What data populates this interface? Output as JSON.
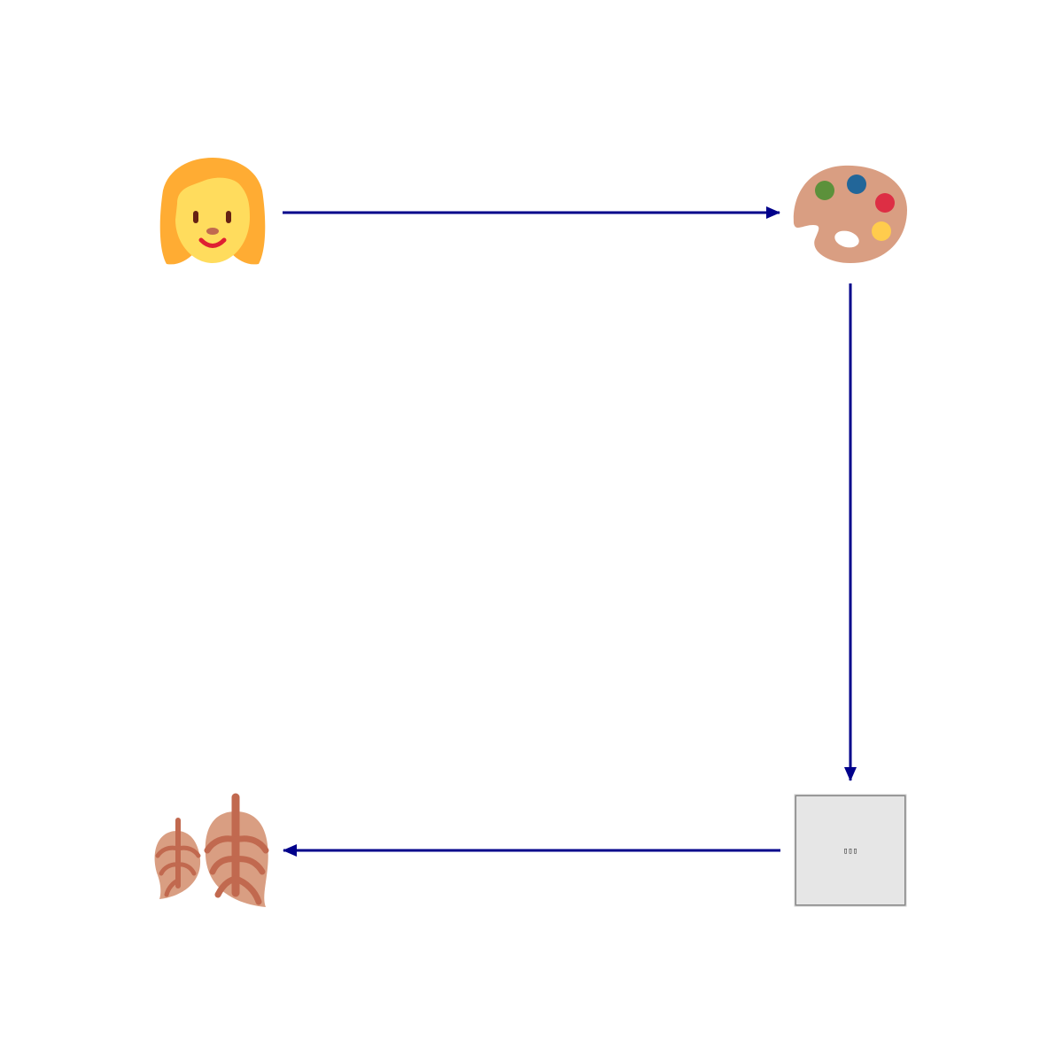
{
  "diagram": {
    "type": "cycle-flow",
    "arrow_color": "#00008b",
    "nodes": [
      {
        "id": "woman",
        "icon": "woman-emoji-icon"
      },
      {
        "id": "palette",
        "icon": "artist-palette-emoji-icon"
      },
      {
        "id": "unknown",
        "icon": "missing-glyph-placeholder-icon",
        "label": "▯▯▯"
      },
      {
        "id": "lungs",
        "icon": "lungs-emoji-icon"
      }
    ],
    "edges": [
      {
        "from": "woman",
        "to": "palette"
      },
      {
        "from": "palette",
        "to": "unknown"
      },
      {
        "from": "unknown",
        "to": "lungs"
      }
    ]
  }
}
